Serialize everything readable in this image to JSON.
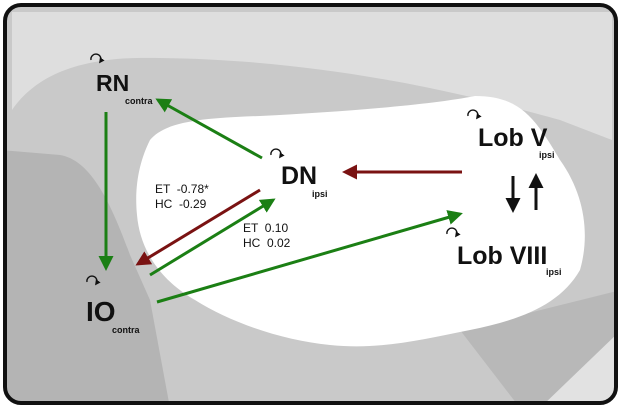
{
  "colors": {
    "frame": "#111111",
    "background_gray": "#c9c9c9",
    "light_gray": "#e7e7e7",
    "dark_gray": "#b4b4b4",
    "white_region": "#ffffff",
    "green_arrow": "#1b7f14",
    "red_arrow": "#7a1212",
    "black_arrow": "#111111"
  },
  "nodes": {
    "rn": {
      "label": "RN",
      "sub": "contra"
    },
    "io": {
      "label": "IO",
      "sub": "contra"
    },
    "dn": {
      "label": "DN",
      "sub": "ipsi"
    },
    "lobv": {
      "label": "Lob V",
      "sub": "ipsi"
    },
    "lobviii": {
      "label": "Lob VIII",
      "sub": "ipsi"
    }
  },
  "connections": [
    {
      "from": "RN",
      "to": "IO",
      "color": "green"
    },
    {
      "from": "DN",
      "to": "RN",
      "color": "green"
    },
    {
      "from": "DN",
      "to": "IO",
      "color": "red"
    },
    {
      "from": "IO",
      "to": "DN",
      "color": "green"
    },
    {
      "from": "IO",
      "to": "Lob VIII",
      "color": "green"
    },
    {
      "from": "Lob V",
      "to": "DN",
      "color": "red"
    },
    {
      "from": "Lob V",
      "to": "Lob VIII",
      "color": "black"
    },
    {
      "from": "Lob VIII",
      "to": "Lob V",
      "color": "black"
    }
  ],
  "stats": {
    "dn_io": {
      "et": "ET  -0.78*",
      "hc": "HC  -0.29"
    },
    "io_dn": {
      "et": "ET  0.10",
      "hc": "HC  0.02"
    }
  },
  "self_loop_icon": "curved-arrow-icon"
}
